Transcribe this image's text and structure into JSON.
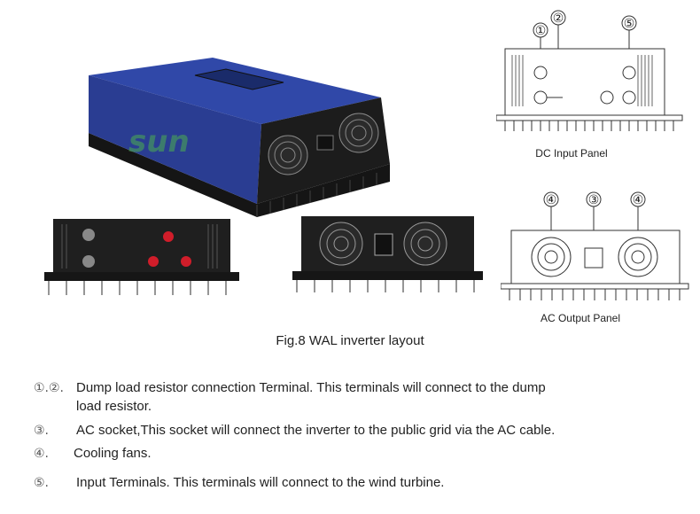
{
  "figure": {
    "caption": "Fig.8    WAL inverter layout",
    "watermark": "sun",
    "dc_panel": {
      "label": "DC Input Panel",
      "markers": [
        "①",
        "②",
        "⑤"
      ]
    },
    "ac_panel": {
      "label": "AC Output Panel",
      "markers": [
        "④",
        "③",
        "④"
      ]
    }
  },
  "legend": [
    {
      "num": "①.②.",
      "text": "Dump load resistor connection Terminal. This terminals will connect to the dump",
      "cont": "load resistor."
    },
    {
      "num": "③.",
      "text": "AC socket,This socket will connect the inverter to the public grid via the AC cable."
    },
    {
      "num": "④.",
      "text": "Cooling fans."
    },
    {
      "num": "⑤.",
      "text": "Input  Terminals. This terminals will connect to the wind turbine."
    }
  ],
  "colors": {
    "inverter_blue": "#2b3f93",
    "heatsink_black": "#1b1b1b",
    "terminal_red": "#d01d2a",
    "watermark_green": "#4caf50"
  }
}
